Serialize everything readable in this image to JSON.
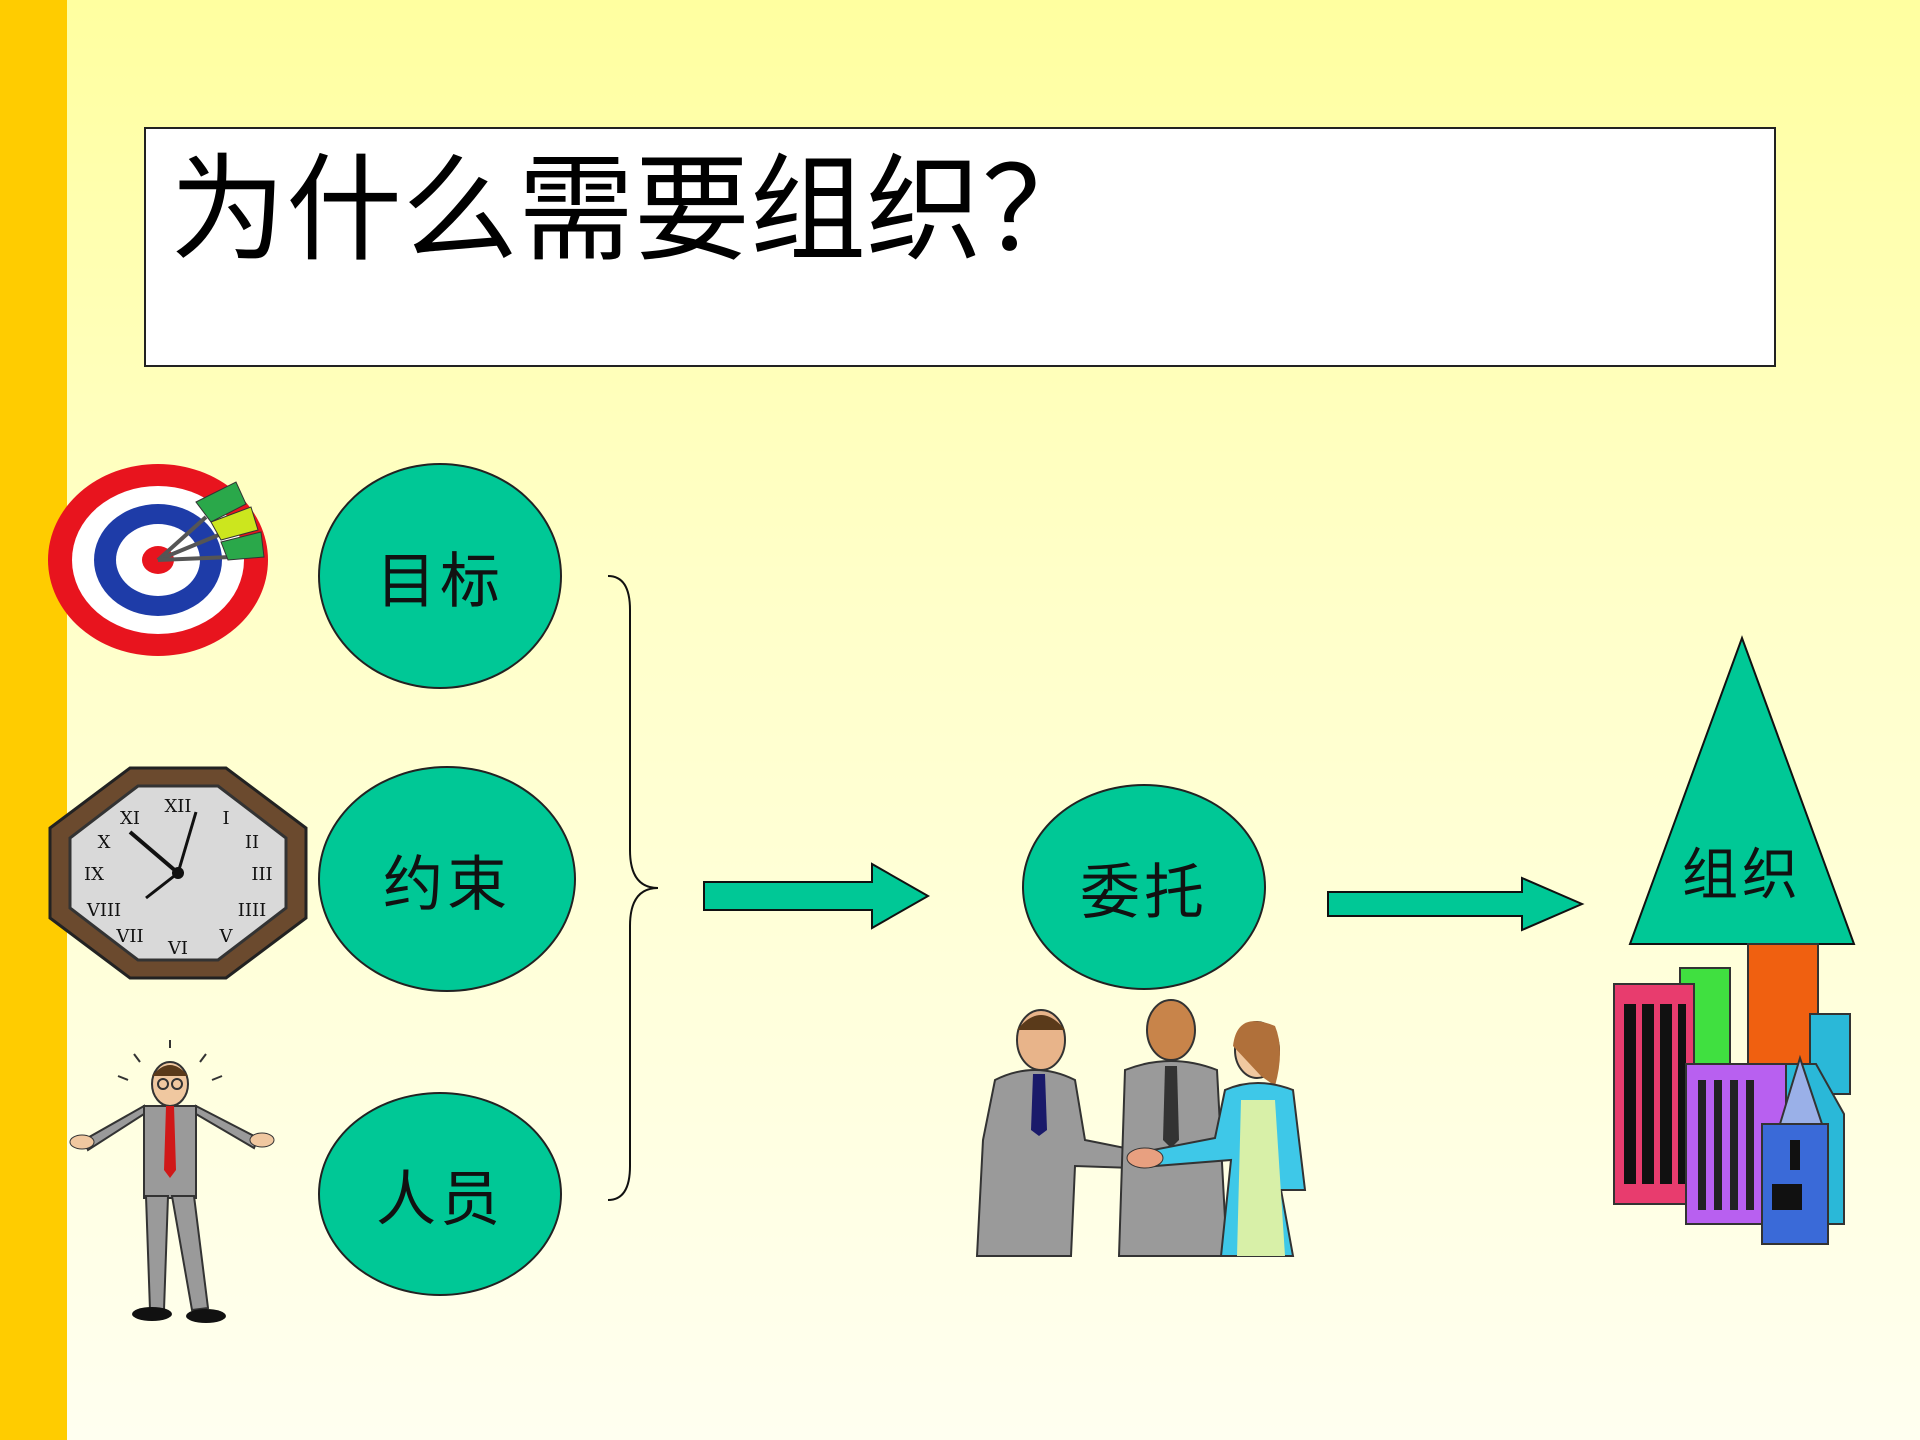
{
  "slide": {
    "title": "为什么需要组织？",
    "colors": {
      "accent_bar": "#ffcc00",
      "node_fill": "#00c896",
      "background": "#ffffc0"
    }
  },
  "diagram": {
    "inputs": [
      {
        "label": "目标",
        "icon": "dartboard-icon"
      },
      {
        "label": "约束",
        "icon": "clock-icon"
      },
      {
        "label": "人员",
        "icon": "confused-man-icon"
      }
    ],
    "middle": {
      "label": "委托",
      "icon": "handshake-people-icon"
    },
    "result": {
      "label": "组织",
      "icon": "buildings-icon"
    }
  }
}
